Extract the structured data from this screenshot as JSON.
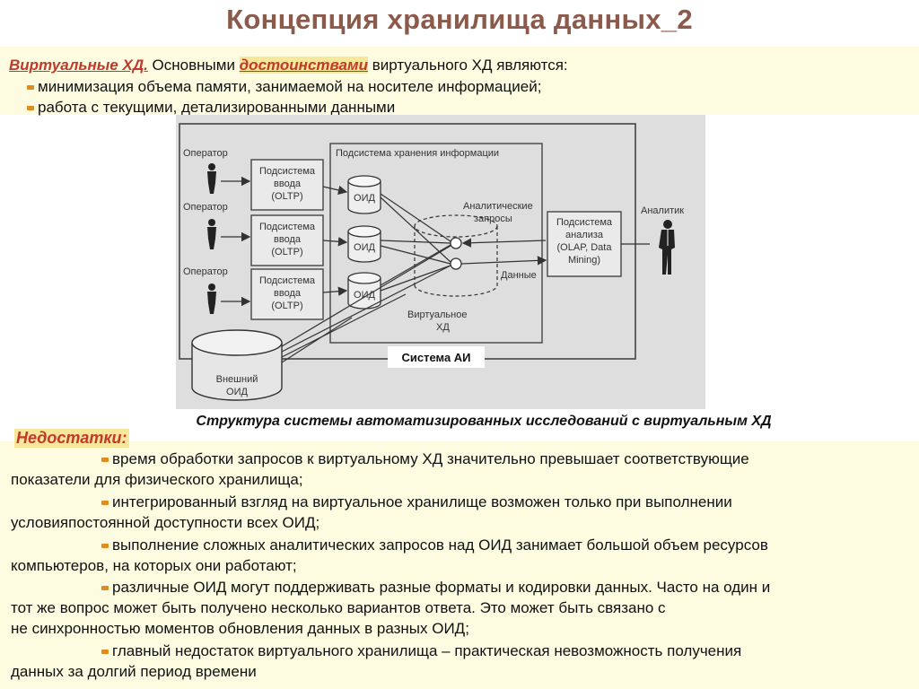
{
  "title": "Концепция хранилища данных_2",
  "advantages": {
    "lead": "Виртуальные ХД.",
    "text1": " Основными ",
    "highlight": "достоинствами",
    "text2": " виртуального ХД являются:",
    "items": [
      "минимизация объема памяти, занимаемой на носителе информацией;",
      "работа с текущими, детализированными данными"
    ]
  },
  "diagram": {
    "operator": "Оператор",
    "input_l1": "Подсистема",
    "input_l2": "ввода",
    "input_l3": "(OLTP)",
    "oid": "ОИД",
    "storage": "Подсистема хранения информации",
    "queries_l1": "Аналитические",
    "queries_l2": "запросы",
    "analysis_l1": "Подсистема",
    "analysis_l2": "анализа",
    "analysis_l3": "(OLAP, Data",
    "analysis_l4": "Mining)",
    "analyst": "Аналитик",
    "data": "Данные",
    "virtual_l1": "Виртуальное",
    "virtual_l2": "ХД",
    "external_l1": "Внешний",
    "external_l2": "ОИД",
    "system": "Система АИ"
  },
  "caption": "Структура системы автоматизированных исследований с виртуальным ХД",
  "disadvantages": {
    "heading": "Недостатки:",
    "p1a": "время обработки запросов к виртуальному ХД значительно превышает соответствующие",
    "p1b": "показатели для физического хранилища;",
    "p2a": "интегрированный взгляд на виртуальное хранилище возможен только при выполнении",
    "p2b": "условияпостоянной доступности всех ОИД;",
    "p3a": "выполнение сложных аналитических запросов над ОИД занимает большой объем ресурсов",
    "p3b": "компьютеров, на которых они работают;",
    "p4a": "различные ОИД могут поддерживать разные форматы и кодировки данных. Часто на один и",
    "p4b": "тот же вопрос может быть получено несколько вариантов ответа. Это может быть связано с",
    "p4c": "не синхронностью моментов обновления данных в разных ОИД;",
    "p5a": "главный недостаток виртуального хранилища – практическая невозможность получения",
    "p5b": "данных за долгий период времени"
  },
  "colors": {
    "title": "#8c5a4a",
    "accent": "#c0392b",
    "band": "#fdfbe0",
    "bullet": "#e28a1e"
  }
}
